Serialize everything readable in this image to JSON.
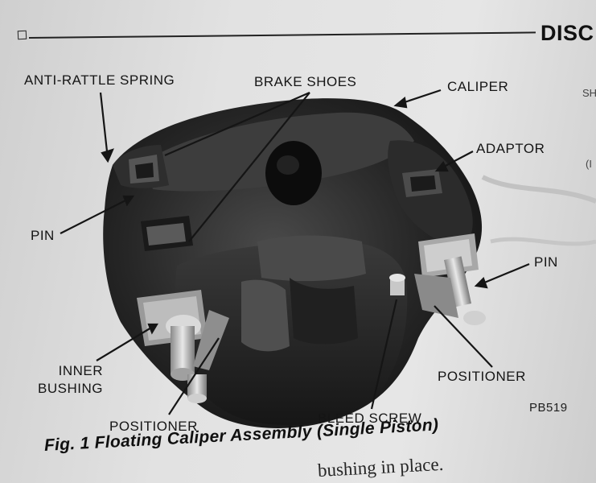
{
  "header": {
    "title": "DISC",
    "box": "☐"
  },
  "labels": {
    "anti_rattle_spring": "ANTI-RATTLE SPRING",
    "brake_shoes": "BRAKE SHOES",
    "caliper": "CALIPER",
    "adaptor": "ADAPTOR",
    "pin_left": "PIN",
    "pin_right": "PIN",
    "inner_bushing": "INNER\nBUSHING",
    "positioner_left": "POSITIONER",
    "positioner_right": "POSITIONER",
    "bleed_screw": "BLEED SCREW"
  },
  "figure_number": "PB519",
  "caption": "Fig. 1   Floating Caliper Assembly (Single Piston)",
  "body_fragment": "bushing in place.",
  "edge_fragments": {
    "top": "SH",
    "mid": "(I"
  }
}
